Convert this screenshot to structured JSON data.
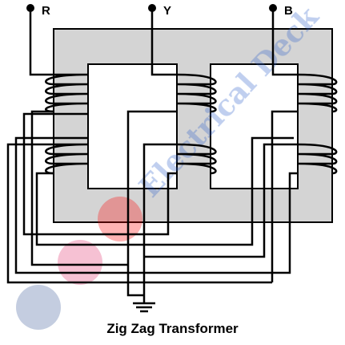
{
  "title": "Zig Zag Transformer",
  "terminals": {
    "r": "R",
    "y": "Y",
    "b": "B"
  },
  "watermark": {
    "text": "Electrical Deck"
  },
  "colors": {
    "core": "#d4d4d4",
    "wire": "#000000",
    "watermark": "#2c5fc9"
  }
}
